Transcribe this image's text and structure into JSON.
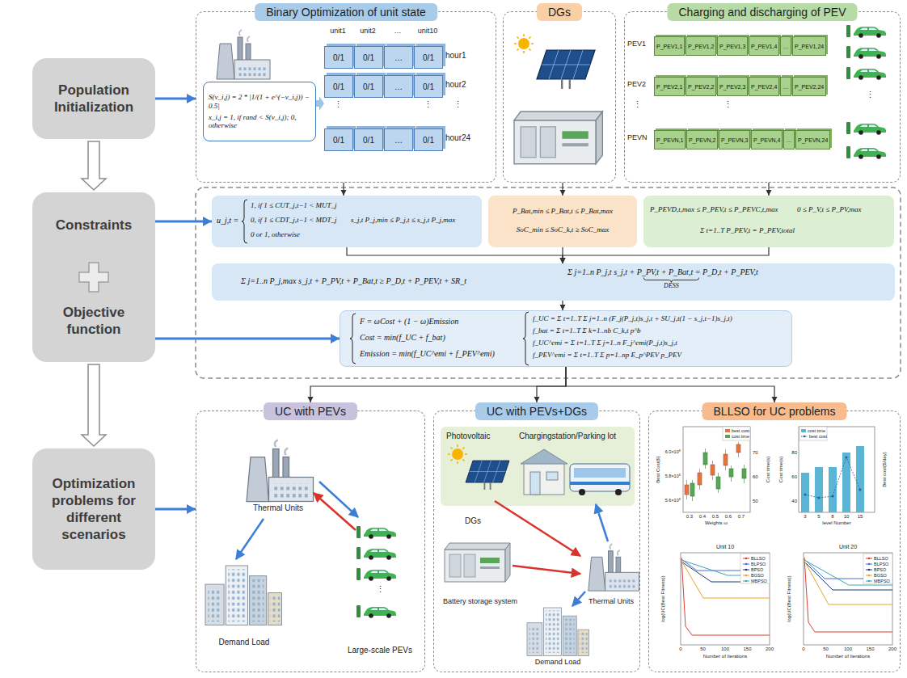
{
  "diagram": {
    "nodes": [
      {
        "text": [
          "Population Initialization"
        ]
      },
      {
        "text": [
          "Constraints",
          "Objective function"
        ]
      },
      {
        "text": [
          "Optimization problems for different scenarios"
        ]
      },
      {
        "text": [
          "Binary Optimization of unit state"
        ]
      },
      {
        "text": [
          "S(v_i,j) = 2 * |1/(1 + e^(−v_i,j)) − 0.5|",
          "x_i,j = 1, if rand < S(v_i,j); 0, otherwise"
        ],
        "in": 3
      },
      {
        "text": [
          "0/1"
        ],
        "in": 3
      },
      {
        "text": [
          "0/1"
        ],
        "in": 3
      },
      {
        "text": [
          "…"
        ],
        "in": 3
      },
      {
        "text": [
          "0/1"
        ],
        "in": 3
      },
      {
        "text": [
          "0/1"
        ],
        "in": 3
      },
      {
        "text": [
          "0/1"
        ],
        "in": 3
      },
      {
        "text": [
          "…"
        ],
        "in": 3
      },
      {
        "text": [
          "0/1"
        ],
        "in": 3
      },
      {
        "text": [
          "0/1"
        ],
        "in": 3
      },
      {
        "text": [
          "0/1"
        ],
        "in": 3
      },
      {
        "text": [
          "…"
        ],
        "in": 3
      },
      {
        "text": [
          "0/1"
        ],
        "in": 3
      },
      {
        "text": [
          "DGs"
        ]
      },
      {
        "text": [
          "Charging and discharging of PEV"
        ]
      },
      {
        "text": [
          "P_PEV1,1"
        ],
        "in": 18
      },
      {
        "text": [
          "P_PEV1,2"
        ],
        "in": 18
      },
      {
        "text": [
          "P_PEV1,3"
        ],
        "in": 18
      },
      {
        "text": [
          "P_PEV1,4"
        ],
        "in": 18
      },
      {
        "text": [
          "…"
        ],
        "in": 18
      },
      {
        "text": [
          "P_PEV1,24"
        ],
        "in": 18
      },
      {
        "text": [
          "P_PEV2,1"
        ],
        "in": 18
      },
      {
        "text": [
          "P_PEV2,2"
        ],
        "in": 18
      },
      {
        "text": [
          "P_PEV2,3"
        ],
        "in": 18
      },
      {
        "text": [
          "P_PEV2,4"
        ],
        "in": 18
      },
      {
        "text": [
          "…"
        ],
        "in": 18
      },
      {
        "text": [
          "P_PEV2,24"
        ],
        "in": 18
      },
      {
        "text": [
          "P_PEVN,1"
        ],
        "in": 18
      },
      {
        "text": [
          "P_PEVN,2"
        ],
        "in": 18
      },
      {
        "text": [
          "P_PEVN,3"
        ],
        "in": 18
      },
      {
        "text": [
          "P_PEVN,4"
        ],
        "in": 18
      },
      {
        "text": [
          "…"
        ],
        "in": 18
      },
      {
        "text": [
          "P_PEVN,24"
        ],
        "in": 18
      },
      {
        "text": [
          "u_j,t =",
          "1, if 1 ≤ CUT_j,t−1 < MUT_j",
          "0, if 1 ≤ CDT_j,t−1 < MDT_j",
          "0 or 1, otherwise",
          "s_j,t P_j,min ≤ P_j,t ≤ s_j,t P_j,max"
        ]
      },
      {
        "text": [
          "P_Bat,min ≤ P_Bat,t ≤ P_Bat,max",
          "SoC_min ≤ SoC_k,t ≥ SoC_max"
        ]
      },
      {
        "text": [
          "P_PEVD,t,max ≤ P_PEV,t ≤ P_PEVC,t,max",
          "0 ≤ P_V,t ≤ P_PV,max",
          "Σ t=1..T P_PEV,t = P_PEV,total"
        ]
      },
      {
        "text": [
          "Σ j=1..n P_j,max s_j,t + P_PV,t + P_Bat,t ≥ P_D,t + P_PEV,t + SR_t",
          "Σ j=1..n P_j,t s_j,t + P_PV,t + P_Bat,t = P_D,t + P_PEV,t",
          "DESS"
        ]
      },
      {
        "text": [
          "F = ωCost + (1 − ω)Emission",
          "Cost = min(f_UC + f_bat)",
          "Emission = min(f_UC^emi + f_PEV^emi)",
          "f_UC = Σ t=1..T Σ j=1..n (F_j(P_j,t)s_j,t + SU_j,t(1 − s_j,t−1)s_j,t)",
          "f_bat = Σ t=1..T Σ k=1..nb C_k,t p^b",
          "f_UC^emi = Σ t=1..T Σ j=1..n F_j^emi(P_j,t)s_j,t",
          "f_PEV^emi = Σ t=1..T Σ p=1..np E_p^PEV p_PEV"
        ]
      },
      {
        "text": [
          "UC with PEVs"
        ]
      },
      {
        "text": [
          "UC with PEVs+DGs"
        ]
      },
      {
        "text": [
          "Photovoltaic",
          "Chargingstation/Parking lot"
        ],
        "in": 43
      },
      {
        "text": [
          "BLLSO for UC problems"
        ]
      }
    ],
    "edges": [
      {
        "from": 0,
        "to": 3,
        "arrow": "to"
      },
      {
        "from": 0,
        "to": 1,
        "arrow": "to"
      },
      {
        "from": 1,
        "to": 37,
        "arrow": "to"
      },
      {
        "from": 1,
        "to": 41,
        "arrow": "to"
      },
      {
        "from": 1,
        "to": 2,
        "arrow": "to"
      },
      {
        "from": 2,
        "to": 42,
        "arrow": "to"
      },
      {
        "from": 3,
        "to": 37,
        "arrow": "to"
      },
      {
        "from": 17,
        "to": 38,
        "arrow": "to"
      },
      {
        "from": 18,
        "to": 39,
        "arrow": "to"
      },
      {
        "from": 37,
        "to": 40,
        "arrow": "to"
      },
      {
        "from": 38,
        "to": 40,
        "arrow": "to"
      },
      {
        "from": 39,
        "to": 40,
        "arrow": "to"
      },
      {
        "from": 40,
        "to": 41,
        "arrow": "to"
      },
      {
        "from": 41,
        "to": 42,
        "arrow": "to"
      },
      {
        "from": 41,
        "to": 43,
        "arrow": "to"
      },
      {
        "from": 41,
        "to": 45,
        "arrow": "to"
      }
    ],
    "labels": [
      "unit1",
      "unit2",
      "…",
      "unit10",
      "hour1",
      "hour2",
      "⋮",
      "⋮",
      "⋮",
      "hour24",
      "PEV1",
      "PEV2",
      "⋮",
      "⋮",
      "PEVN",
      "⋮",
      "Thermal Units",
      "Demand Load",
      "Large-scale PEVs",
      "⋮",
      "DGs",
      "Battery storage system",
      "Thermal Units",
      "Demand Load",
      "Best Cost($)",
      "Cost time(s)",
      "0.3",
      "0.4",
      "0.5",
      "0.6",
      "0.7",
      "Weights ω",
      "5.6×10⁵",
      "5.8×10⁵",
      "6.0×10⁵",
      "50",
      "60",
      "70",
      "Cost time(s)",
      "Best cost($/day)",
      "3",
      "5",
      "8",
      "10",
      "15",
      "level Number",
      "40",
      "60",
      "80",
      "Unit 10",
      "log(UC(Best Fitness))",
      "0",
      "50",
      "100",
      "150",
      "200",
      "Number of Iterations",
      "Unit 20",
      "log(UC(Best Fitness))",
      "0",
      "50",
      "100",
      "150",
      "200",
      "Number of Iterations"
    ],
    "legend": [
      {
        "text": "best cost",
        "color": "#e8743b"
      },
      {
        "text": "cost time",
        "color": "#5aa55a"
      },
      {
        "text": "cost time",
        "color": "#5bb5d5"
      },
      {
        "text": "best cost"
      },
      {
        "text": "BLLSO"
      },
      {
        "text": "BLPSO"
      },
      {
        "text": "BPSO"
      },
      {
        "text": "BGSO"
      },
      {
        "text": "MBPSO"
      },
      {
        "text": "BLLSO"
      },
      {
        "text": "BLPSO"
      },
      {
        "text": "BPSO"
      },
      {
        "text": "BGSO"
      },
      {
        "text": "MBPSO"
      }
    ]
  }
}
